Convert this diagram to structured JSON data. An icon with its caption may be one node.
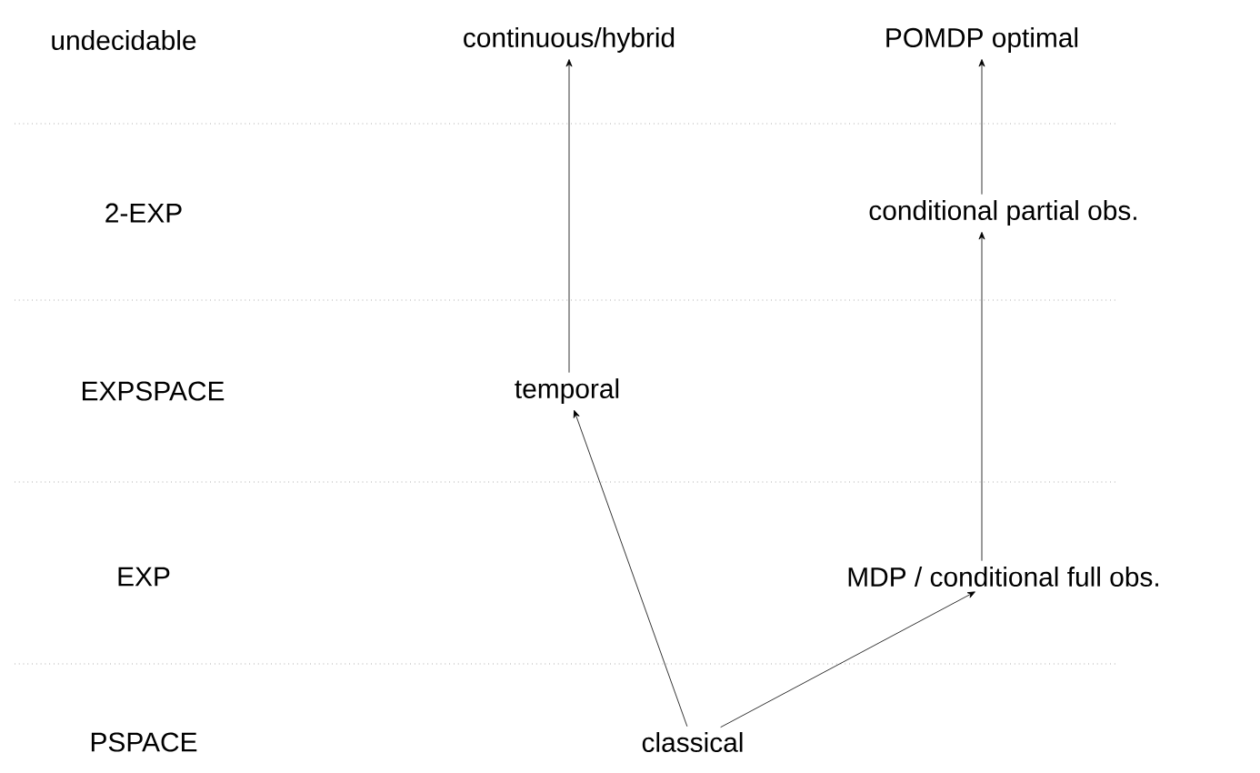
{
  "diagram": {
    "nodes": [
      {
        "text": [
          "classical"
        ]
      },
      {
        "text": [
          "temporal"
        ]
      },
      {
        "text": [
          "continuous/hybrid"
        ]
      },
      {
        "text": [
          "MDP / conditional full obs."
        ]
      },
      {
        "text": [
          "conditional partial obs."
        ]
      },
      {
        "text": [
          "POMDP optimal"
        ]
      }
    ],
    "edges": [
      {
        "from": 0,
        "to": 1,
        "arrow": "to"
      },
      {
        "from": 0,
        "to": 3,
        "arrow": "to"
      },
      {
        "from": 1,
        "to": 2,
        "arrow": "to"
      },
      {
        "from": 3,
        "to": 4,
        "arrow": "to"
      },
      {
        "from": 4,
        "to": 5,
        "arrow": "to"
      }
    ],
    "labels": [
      "undecidable",
      "2-EXP",
      "EXPSPACE",
      "EXP",
      "PSPACE"
    ]
  }
}
